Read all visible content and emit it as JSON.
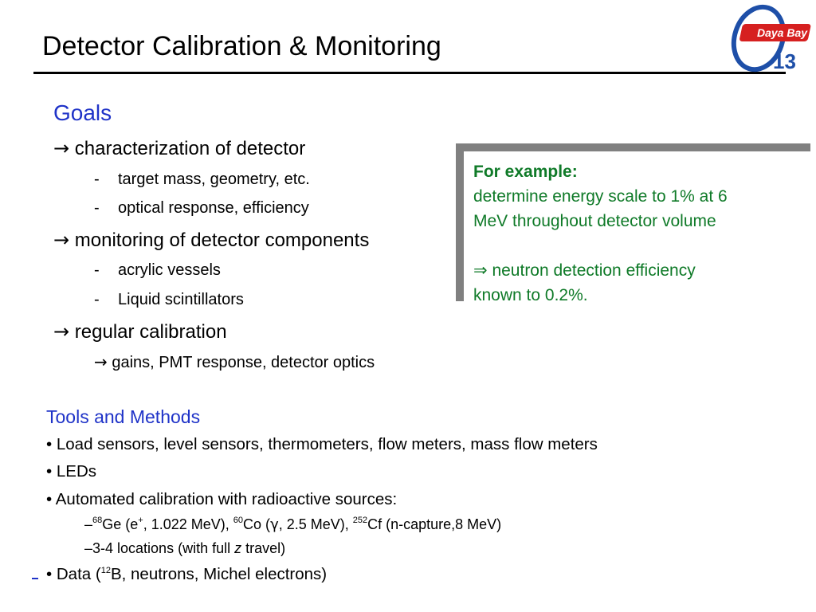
{
  "header": {
    "title": "Detector Calibration & Monitoring",
    "logo_text": "Daya Bay",
    "logo_number": "13"
  },
  "goals": {
    "heading": "Goals",
    "items": [
      {
        "label": "characterization of detector",
        "subs": [
          "target mass, geometry, etc.",
          "optical response, efficiency"
        ]
      },
      {
        "label": "monitoring of detector components",
        "subs": [
          "acrylic vessels",
          "Liquid scintillators"
        ]
      },
      {
        "label": "regular calibration",
        "subs": [
          "gains, PMT response, detector optics"
        ]
      }
    ]
  },
  "callout": {
    "title": "For example:",
    "line1": "determine energy scale to 1% at 6",
    "line2": "MeV throughout detector volume",
    "line3": " neutron detection efficiency",
    "line4": "known to 0.2%."
  },
  "tools": {
    "heading": "Tools and Methods",
    "bullet1": "• Load sensors, level sensors, thermometers, flow meters, mass flow meters",
    "bullet2": "• LEDs",
    "bullet3": "• Automated calibration with radioactive sources:",
    "source_line": {
      "ge_mass": "68",
      "ge_text": "Ge (e",
      "ge_charge": "+",
      "ge_rest": ", 1.022 MeV), ",
      "co_mass": "60",
      "co_text": "Co (",
      "co_rest": ", 2.5 MeV), ",
      "cf_mass": "252",
      "cf_text": "Cf (n-capture,8 MeV)"
    },
    "locations_pre": "–3-4 locations (with full ",
    "locations_z": "z",
    "locations_post": " travel)",
    "data_pre": "• Data (",
    "data_mass": "12",
    "data_post": "B, neutrons, Michel electrons)"
  },
  "colors": {
    "heading_blue": "#1f33c8",
    "callout_green": "#0f7a28",
    "callout_shadow": "#808080",
    "logo_blue": "#1e4fa8",
    "logo_red": "#d62020"
  }
}
